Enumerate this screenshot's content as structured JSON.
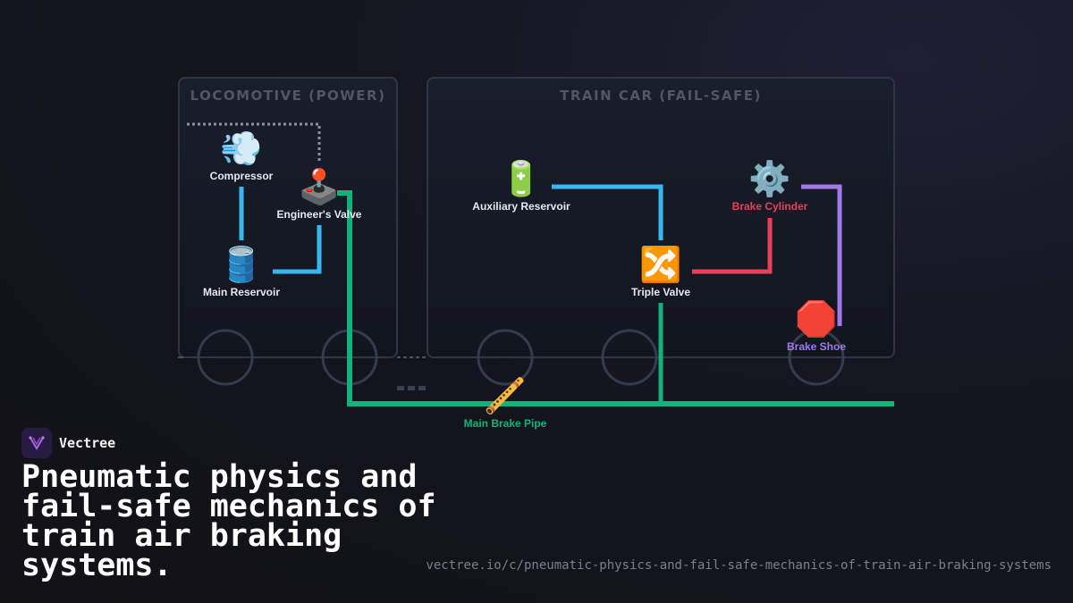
{
  "panels": {
    "locomotive_title": "LOCOMOTIVE (POWER)",
    "train_car_title": "TRAIN CAR (FAIL-SAFE)"
  },
  "nodes": {
    "compressor": {
      "icon": "💨",
      "label": "Compressor"
    },
    "engineers_valve": {
      "icon": "🕹️",
      "label": "Engineer's Valve"
    },
    "main_reservoir": {
      "icon": "🛢️",
      "label": "Main Reservoir"
    },
    "auxiliary_reservoir": {
      "icon": "🔋",
      "label": "Auxiliary Reservoir"
    },
    "triple_valve": {
      "icon": "🔀",
      "label": "Triple Valve"
    },
    "brake_cylinder": {
      "icon": "⚙️",
      "label": "Brake Cylinder"
    },
    "brake_shoe": {
      "icon": "🛑",
      "label": "Brake Shoe"
    },
    "main_brake_pipe": {
      "icon": "🪈",
      "label": "Main Brake Pipe"
    }
  },
  "colors": {
    "air_supply": "#38b6f0",
    "brake_pipe": "#12b27a",
    "cylinder_line": "#e8405a",
    "shoe_line": "#a07ae8",
    "intake": "#8a93a6"
  },
  "brand": {
    "name": "Vectree"
  },
  "headline": "Pneumatic physics and fail-safe mechanics of train air braking systems.",
  "url": "vectree.io/c/pneumatic-physics-and-fail-safe-mechanics-of-train-air-braking-systems"
}
